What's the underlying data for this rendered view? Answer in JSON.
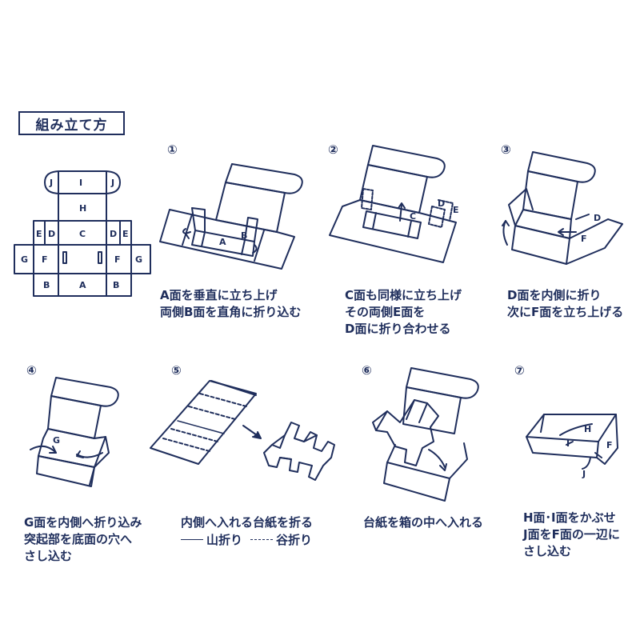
{
  "title": "組み立て方",
  "net_labels": {
    "j1": "J",
    "i": "I",
    "j2": "J",
    "h": "H",
    "e1": "E",
    "d1": "D",
    "c": "C",
    "d2": "D",
    "e2": "E",
    "g1": "G",
    "f1": "F",
    "f2": "F",
    "g2": "G",
    "b1": "B",
    "a": "A",
    "b2": "B"
  },
  "steps": [
    {
      "num": "①",
      "labels": [
        "A",
        "B"
      ],
      "lines": [
        "A面を垂直に立ち上げ",
        "両側B面を直角に折り込む"
      ]
    },
    {
      "num": "②",
      "labels": [
        "C",
        "D",
        "E"
      ],
      "lines": [
        "C面も同様に立ち上げ",
        "その両側E面を",
        "D面に折り合わせる"
      ]
    },
    {
      "num": "③",
      "labels": [
        "D",
        "F"
      ],
      "lines": [
        "D面を内側に折り",
        "次にF面を立ち上げる"
      ]
    },
    {
      "num": "④",
      "labels": [
        "G"
      ],
      "lines": [
        "G面を内側へ折り込み",
        "突起部を底面の穴へ",
        "さし込む"
      ]
    },
    {
      "num": "⑤",
      "labels": [],
      "lines": [
        "内側へ入れる台紙を折る"
      ],
      "legend": {
        "solid": "山折り",
        "dashed": "谷折り"
      }
    },
    {
      "num": "⑥",
      "labels": [],
      "lines": [
        "台紙を箱の中へ入れる"
      ]
    },
    {
      "num": "⑦",
      "labels": [
        "H",
        "I",
        "F",
        "J"
      ],
      "lines": [
        "H面･I面をかぶせ",
        "J面をF面の一辺に",
        "さし込む"
      ]
    }
  ]
}
